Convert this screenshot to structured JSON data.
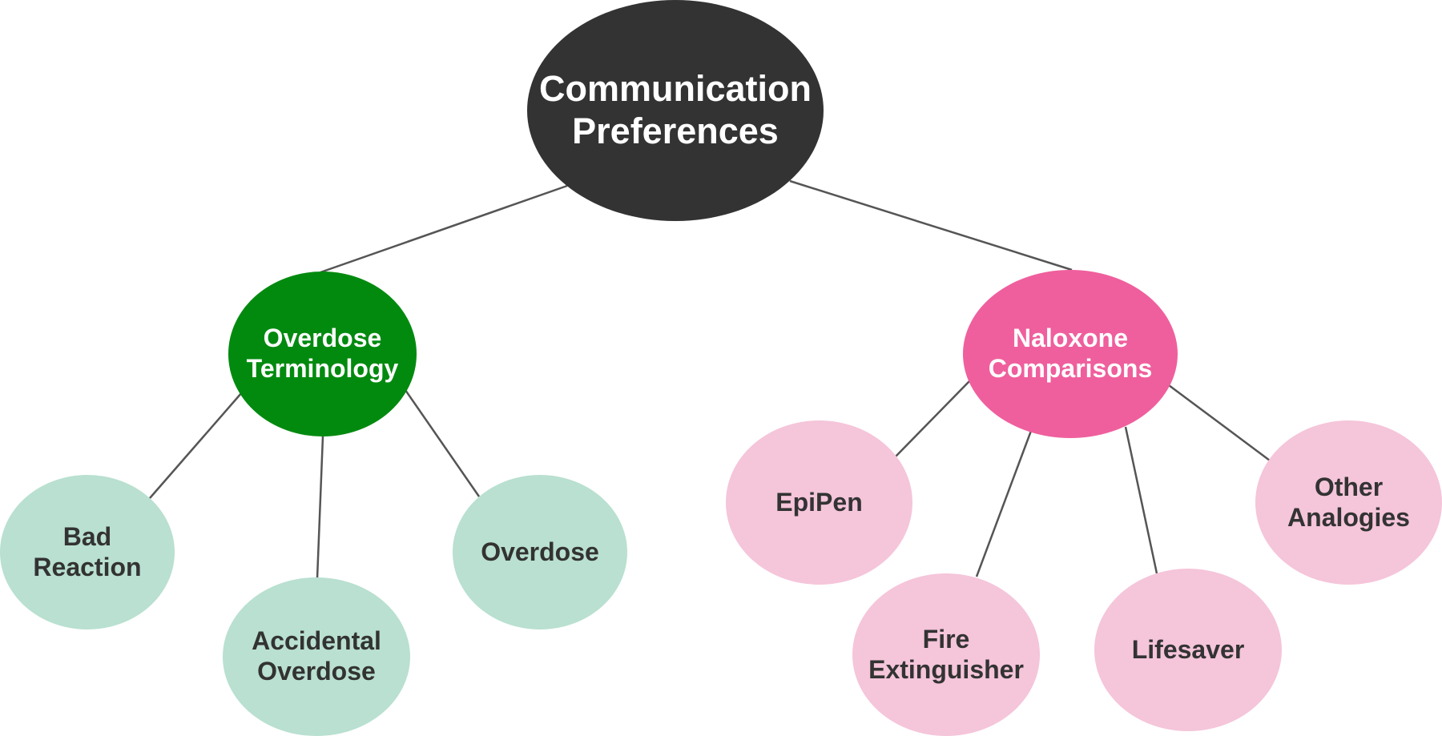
{
  "diagram": {
    "colors": {
      "root_fill": "#333333",
      "root_text": "#ffffff",
      "overdose_branch_fill": "#028a0f",
      "overdose_branch_text": "#ffffff",
      "overdose_leaf_fill": "#b9e0d0",
      "naloxone_branch_fill": "#ef5f9d",
      "naloxone_branch_text": "#ffffff",
      "naloxone_leaf_fill": "#f5c5da",
      "leaf_text": "#333333",
      "edge": "#555555"
    },
    "root": {
      "label": "Communication\nPreferences"
    },
    "overdose_terminology": {
      "label": "Overdose\nTerminology",
      "children": {
        "bad_reaction": "Bad\nReaction",
        "accidental_overdose": "Accidental\nOverdose",
        "overdose": "Overdose"
      }
    },
    "naloxone_comparisons": {
      "label": "Naloxone\nComparisons",
      "children": {
        "epipen": "EpiPen",
        "fire_extinguisher": "Fire\nExtinguisher",
        "lifesaver": "Lifesaver",
        "other_analogies": "Other\nAnalogies"
      }
    }
  }
}
